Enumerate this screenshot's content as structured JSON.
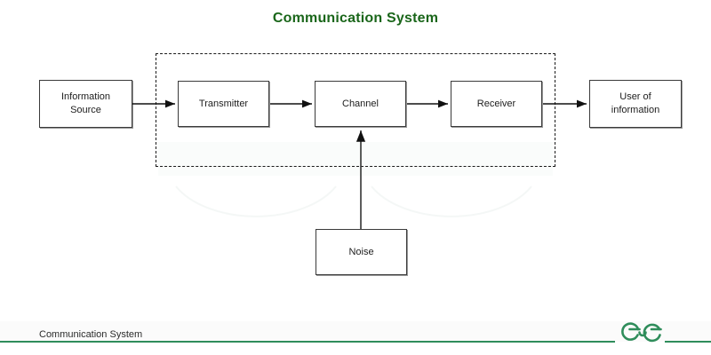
{
  "title": "Communication System",
  "colors": {
    "title_green": "#1a661a",
    "footer_green": "#2f8d5b",
    "block_border": "#3a3a3a",
    "arrow": "#111111",
    "dashed_border": "#1a1a1a"
  },
  "diagram": {
    "boundary_label": "",
    "blocks": [
      {
        "id": "information-source",
        "label": "Information\nSource"
      },
      {
        "id": "transmitter",
        "label": "Transmitter"
      },
      {
        "id": "channel",
        "label": "Channel"
      },
      {
        "id": "receiver",
        "label": "Receiver"
      },
      {
        "id": "user-of-information",
        "label": "User of\ninformation"
      },
      {
        "id": "noise",
        "label": "Noise"
      }
    ],
    "connections": [
      {
        "from": "information-source",
        "to": "transmitter"
      },
      {
        "from": "transmitter",
        "to": "channel"
      },
      {
        "from": "channel",
        "to": "receiver"
      },
      {
        "from": "receiver",
        "to": "user-of-information"
      },
      {
        "from": "noise",
        "to": "channel"
      }
    ]
  },
  "footer": {
    "text": "Communication System",
    "logo": "geeksforgeeks-logo"
  }
}
